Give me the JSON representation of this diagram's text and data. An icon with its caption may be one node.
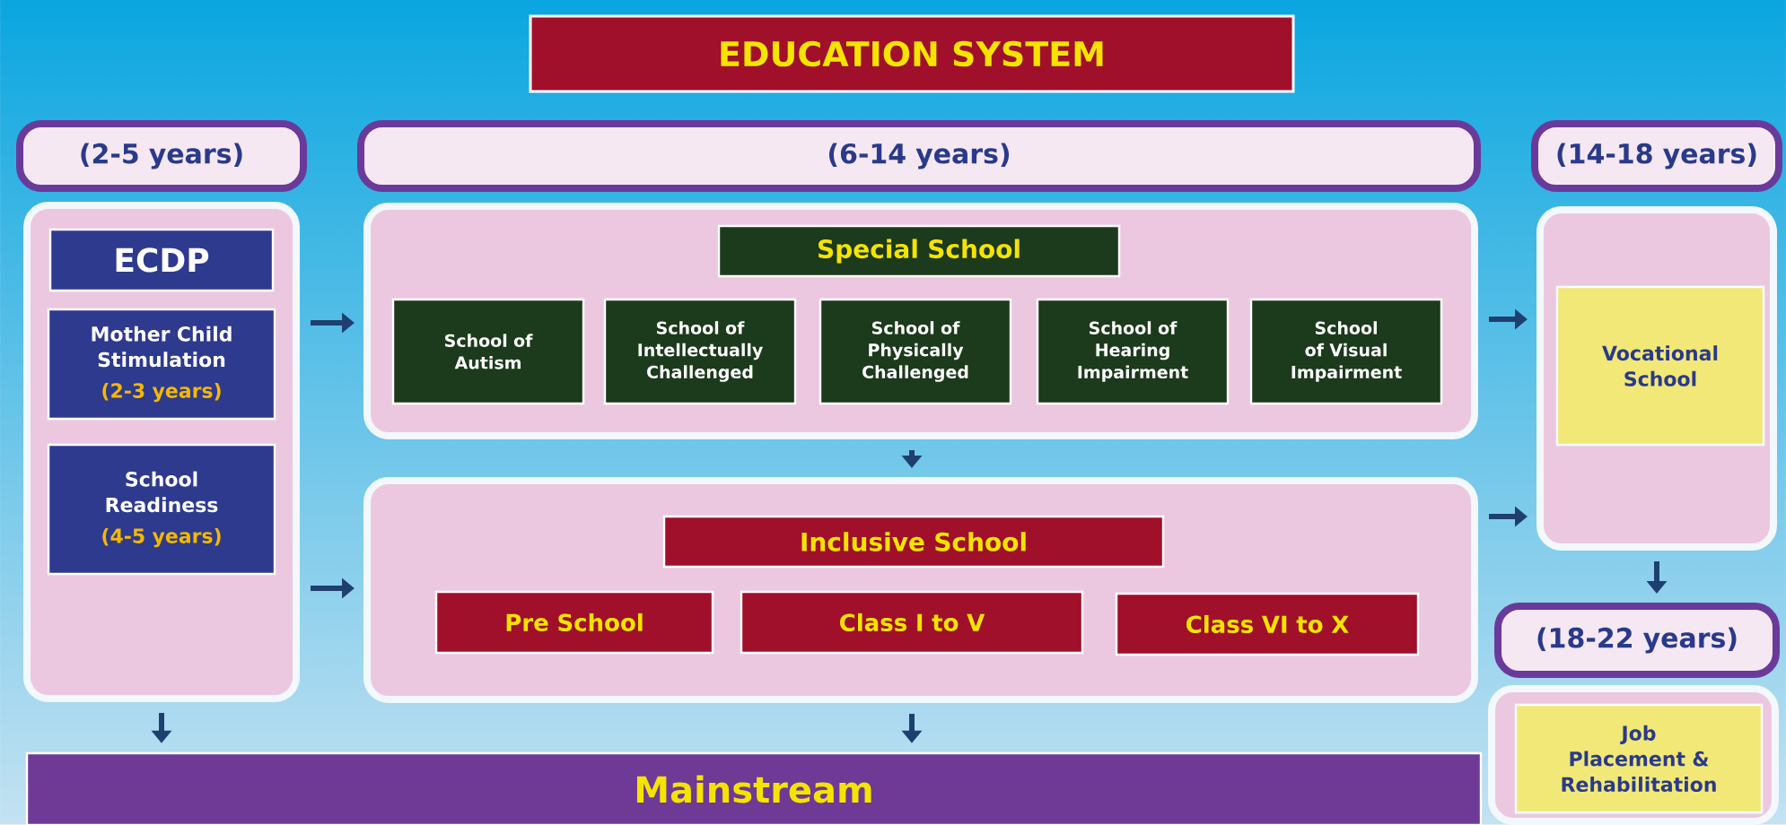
{
  "diagram": {
    "title": "EDUCATION SYSTEM",
    "nodes": [
      {
        "text": [
          "(2-5 years)"
        ]
      },
      {
        "text": [
          "(6-14 years)"
        ]
      },
      {
        "text": [
          "(14-18 years)"
        ]
      },
      {
        "text": [],
        "shape": "box"
      },
      {
        "text": [
          "ECDP"
        ],
        "in": 3
      },
      {
        "text": [
          "Mother Child Stimulation",
          "(2-3 years)"
        ],
        "in": 3
      },
      {
        "text": [
          "School Readiness",
          "(4-5 years)"
        ],
        "in": 3
      },
      {
        "text": [],
        "shape": "box"
      },
      {
        "text": [
          "Special School"
        ],
        "in": 7
      },
      {
        "text": [
          "School of Autism"
        ],
        "in": 7
      },
      {
        "text": [
          "School of Intellectually Challenged"
        ],
        "in": 7
      },
      {
        "text": [
          "School of Physically Challenged"
        ],
        "in": 7
      },
      {
        "text": [
          "School of Hearing Impairment"
        ],
        "in": 7
      },
      {
        "text": [
          "School of Visual Impairment"
        ],
        "in": 7
      },
      {
        "text": [],
        "shape": "box"
      },
      {
        "text": [
          "Inclusive School"
        ],
        "in": 14
      },
      {
        "text": [
          "Pre School"
        ],
        "in": 14
      },
      {
        "text": [
          "Class  I to V"
        ],
        "in": 14
      },
      {
        "text": [
          "Class  VI to X"
        ],
        "in": 14
      },
      {
        "text": [],
        "shape": "box"
      },
      {
        "text": [
          "Vocational School"
        ],
        "in": 19
      },
      {
        "text": [
          "(18-22 years)"
        ]
      },
      {
        "text": [],
        "shape": "box"
      },
      {
        "text": [
          "Job Placement & Rehabilitation"
        ],
        "in": 22
      },
      {
        "text": [
          "Mainstream"
        ]
      }
    ],
    "edges": [
      {
        "from": 3,
        "to": 7,
        "arrow": "to"
      },
      {
        "from": 3,
        "to": 14,
        "arrow": "to"
      },
      {
        "from": 3,
        "to": 24,
        "arrow": "to"
      },
      {
        "from": 7,
        "to": 14,
        "arrow": "to"
      },
      {
        "from": 14,
        "to": 24,
        "arrow": "to"
      },
      {
        "from": 7,
        "to": 19,
        "arrow": "to"
      },
      {
        "from": 14,
        "to": 19,
        "arrow": "to"
      },
      {
        "from": 19,
        "to": 21,
        "arrow": "to"
      }
    ]
  }
}
